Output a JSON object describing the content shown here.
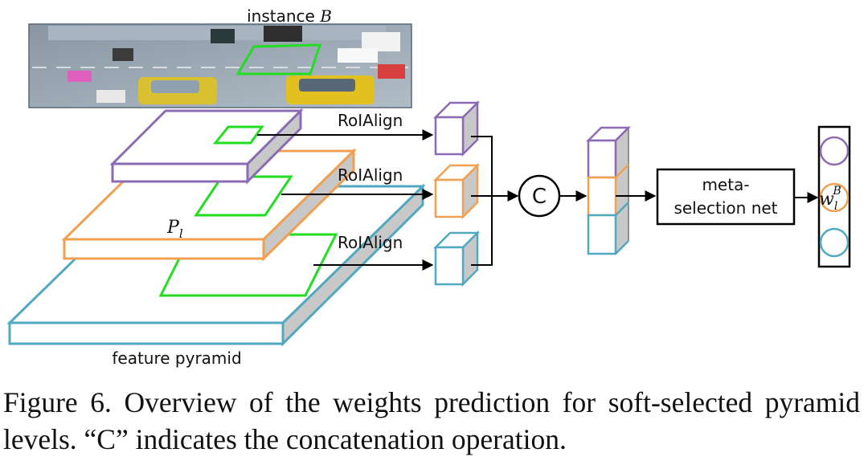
{
  "colors": {
    "purple": "#8b6bb5",
    "orange": "#f0a050",
    "blue": "#52a8c0",
    "green": "#22dd22",
    "side_gray": "#c8c8c8",
    "arrow": "#000000"
  },
  "labels": {
    "instance_prefix": "instance ",
    "instance_var": "B",
    "roialign": [
      "RoIAlign",
      "RoIAlign",
      "RoIAlign"
    ],
    "pyramid_level_base": "P",
    "pyramid_level_sub": "l",
    "feature_pyramid": "feature pyramid",
    "concat_symbol": "C",
    "meta_line1": "meta-",
    "meta_line2": "selection net",
    "weight_base": "w",
    "weight_sub": "l",
    "weight_sup": "B"
  },
  "image_description_icon": "traffic-photo-icon",
  "caption": "Figure 6. Overview of the weights prediction for soft-selected pyramid levels. “C” indicates the concatenation operation."
}
